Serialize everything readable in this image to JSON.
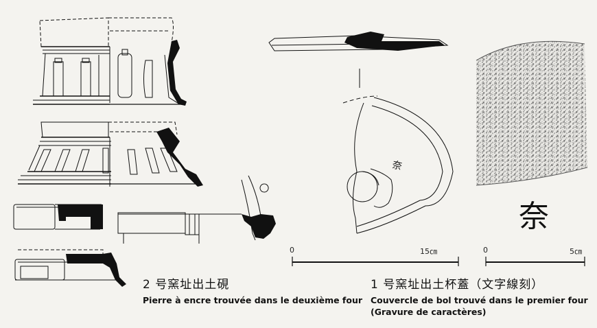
{
  "left_figure": {
    "caption_jp": "2 号窯址出土硯",
    "caption_fr": "Pierre à encre trouvée dans le deuxième four"
  },
  "right_figure": {
    "caption_jp": "1 号窯址出土杯蓋（文字線刻）",
    "caption_fr_line1": "Couvercle de bol trouvé dans le premier four",
    "caption_fr_line2": "(Gravure de caractères)",
    "engraved_character": "奈"
  },
  "scale_bar_large": {
    "start": "0",
    "end": "15㎝"
  },
  "scale_bar_small": {
    "start": "0",
    "end": "5㎝"
  }
}
